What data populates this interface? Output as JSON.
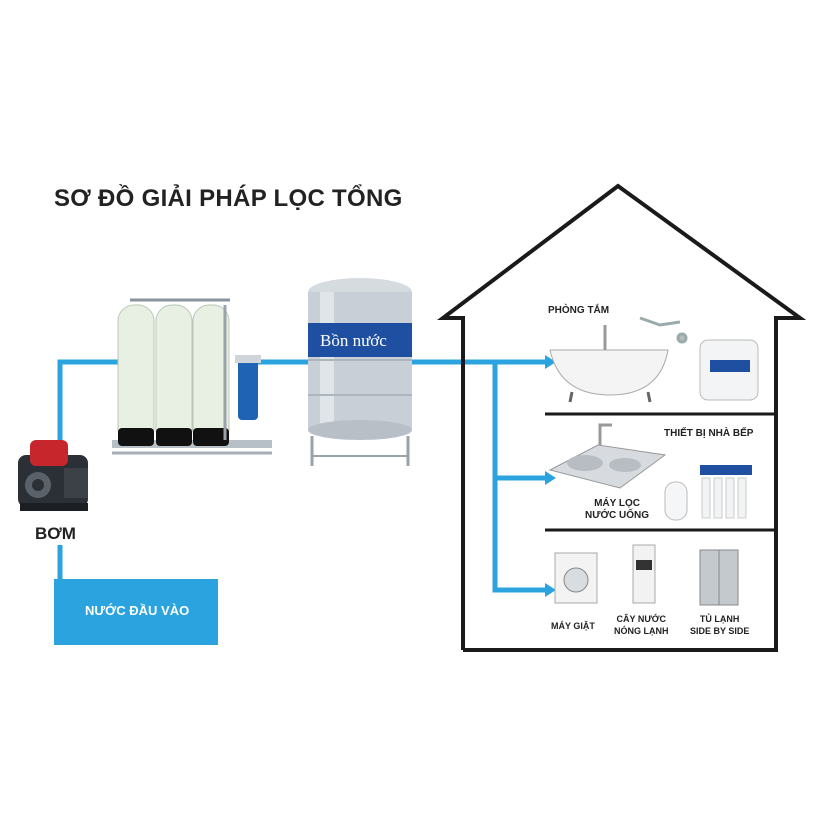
{
  "title": "SƠ ĐỒ GIẢI PHÁP LỌC TỔNG",
  "pump": {
    "label": "BƠM"
  },
  "inlet": {
    "label": "NƯỚC ĐẦU VÀO"
  },
  "tank": {
    "label": "Bồn nước"
  },
  "house": {
    "bathroom": {
      "label": "PHÒNG TẮM"
    },
    "kitchen": {
      "label": "THIẾT BỊ NHÀ BẾP",
      "filter_label_line1": "MÁY LỌC",
      "filter_label_line2": "NƯỚC UỐNG"
    },
    "laundry": {
      "washer_label": "MÁY GIẶT",
      "dispenser_line1": "CÂY NƯỚC",
      "dispenser_line2": "NÓNG LẠNH",
      "fridge_line1": "TỦ LẠNH",
      "fridge_line2": "SIDE BY SIDE"
    }
  },
  "colors": {
    "pipe": "#2aa3df",
    "house_outline": "#1a1a1a",
    "filter_tank": "#e8efe3",
    "steel": "#c9cfd6",
    "tank_band": "#1f4fa0"
  }
}
